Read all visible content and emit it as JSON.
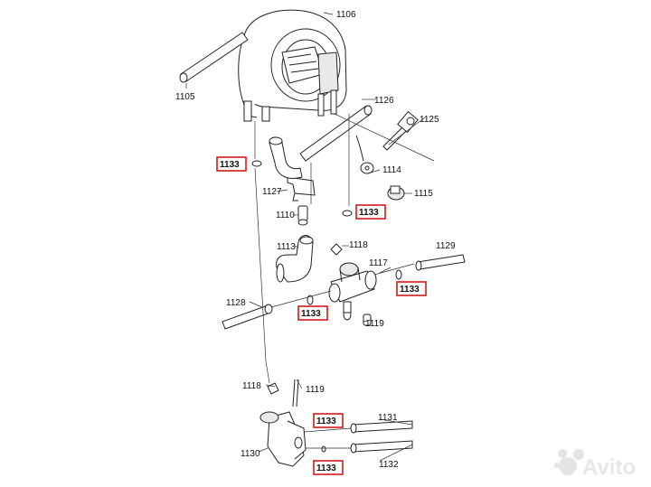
{
  "parts": {
    "p1106": "1106",
    "p1105": "1105",
    "p1126": "1126",
    "p1125": "1125",
    "p1114": "1114",
    "p1115": "1115",
    "p1127": "1127",
    "p1110": "1110",
    "p1113": "1113",
    "p1118a": "1118",
    "p1129": "1129",
    "p1117": "1117",
    "p1128": "1128",
    "p1119a": "1119",
    "p1118b": "1118",
    "p1119b": "1119",
    "p1131": "1131",
    "p1130": "1130",
    "p1132": "1132"
  },
  "highlighted": {
    "h1": "1133",
    "h2": "1133",
    "h3": "1133",
    "h4": "1133",
    "h5": "1133",
    "h6": "1133"
  },
  "highlight_color": "#d11a1a",
  "watermark": "Avito"
}
